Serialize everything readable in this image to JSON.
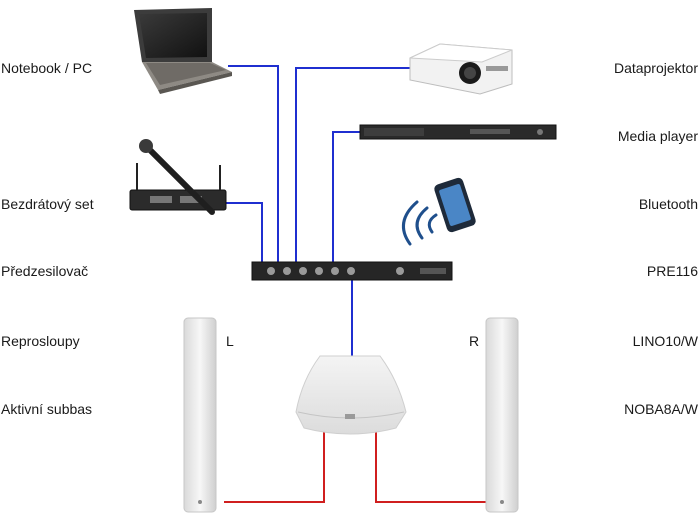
{
  "left_labels": {
    "notebook": "Notebook / PC",
    "wireless_set": "Bezdrátový set",
    "preamp": "Předzesilovač",
    "column_speakers": "Reprosloupy",
    "active_sub": "Aktivní subbas"
  },
  "right_labels": {
    "projector": "Dataprojektor",
    "media_player": "Media player",
    "bluetooth": "Bluetooth",
    "preamp_model": "PRE116",
    "speaker_model": "LINO10/W",
    "sub_model": "NOBA8A/W"
  },
  "channels": {
    "left": "L",
    "right": "R"
  },
  "colors": {
    "signal_line": "#1f2fd0",
    "speaker_line": "#d01f1f",
    "text": "#1a1a1a"
  }
}
